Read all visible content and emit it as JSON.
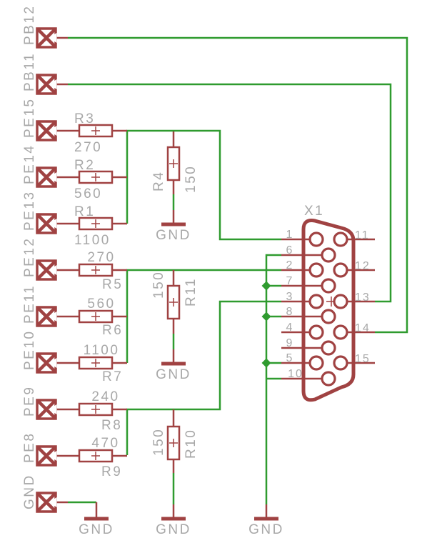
{
  "schematic": {
    "type": "EAGLE-style schematic, VGA output resistor network",
    "colors": {
      "wire_green": "#2f9b2f",
      "symbol_red": "#a04242",
      "label_gray": "#a8a8a8",
      "background": "#ffffff"
    },
    "ports": [
      {
        "label": "PB12"
      },
      {
        "label": "PB11"
      },
      {
        "label": "PE15"
      },
      {
        "label": "PE14"
      },
      {
        "label": "PE13"
      },
      {
        "label": "PE12"
      },
      {
        "label": "PE11"
      },
      {
        "label": "PE10"
      },
      {
        "label": "PE9"
      },
      {
        "label": "PE8"
      },
      {
        "label": "GND"
      }
    ],
    "resistors_horizontal": [
      {
        "name": "R3",
        "value": "270"
      },
      {
        "name": "R2",
        "value": "560"
      },
      {
        "name": "R1",
        "value": "1100"
      },
      {
        "name": "R5",
        "value": "270"
      },
      {
        "name": "R6",
        "value": "560"
      },
      {
        "name": "R7",
        "value": "1100"
      },
      {
        "name": "R8",
        "value": "240"
      },
      {
        "name": "R9",
        "value": "470"
      }
    ],
    "resistors_vertical": [
      {
        "name": "R4",
        "value": "150"
      },
      {
        "name": "R11",
        "value": "150"
      },
      {
        "name": "R10",
        "value": "150"
      }
    ],
    "connector": {
      "designator": "X1",
      "left_pins": [
        "1",
        "6",
        "2",
        "7",
        "3",
        "8",
        "4",
        "9",
        "5",
        "10"
      ],
      "right_pins": [
        "11",
        "12",
        "13",
        "14",
        "15"
      ]
    },
    "ground_label": "GND"
  }
}
